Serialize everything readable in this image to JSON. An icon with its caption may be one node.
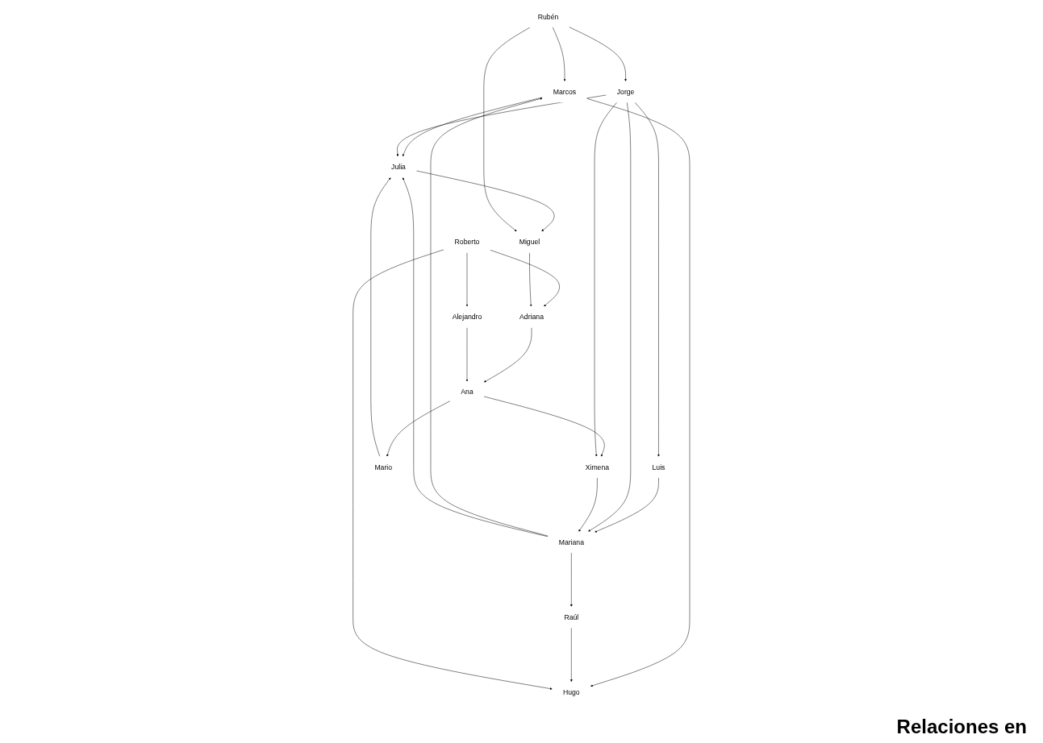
{
  "diagram": {
    "nodes": [
      {
        "text": [
          "Marcos"
        ]
      },
      {
        "text": [
          "Julia"
        ]
      },
      {
        "text": [
          "Raúl"
        ]
      },
      {
        "text": [
          "Hugo"
        ]
      },
      {
        "text": [
          "Mariana"
        ]
      },
      {
        "text": [
          "Ana"
        ]
      },
      {
        "text": [
          "Luis"
        ]
      },
      {
        "text": [
          "Adriana"
        ]
      },
      {
        "text": [
          "Roberto"
        ]
      },
      {
        "text": [
          "Mario"
        ]
      },
      {
        "text": [
          "Miguel"
        ]
      },
      {
        "text": [
          "Alejandro"
        ]
      },
      {
        "text": [
          "Jorge"
        ]
      },
      {
        "text": [
          "Ximena"
        ]
      },
      {
        "text": [
          "Rubén"
        ]
      }
    ],
    "edges": [
      {
        "from": 0,
        "to": 1,
        "arrow": "to"
      },
      {
        "from": 0,
        "to": 3,
        "arrow": "to"
      },
      {
        "from": 2,
        "to": 3,
        "arrow": "to"
      },
      {
        "from": 4,
        "to": 2,
        "arrow": "to"
      },
      {
        "from": 4,
        "to": 0,
        "arrow": "to"
      },
      {
        "from": 4,
        "to": 1,
        "arrow": "to"
      },
      {
        "from": 14,
        "to": 0,
        "arrow": "to"
      },
      {
        "from": 6,
        "to": 4,
        "arrow": "to"
      },
      {
        "from": 12,
        "to": 4,
        "arrow": "to"
      },
      {
        "from": 13,
        "to": 4,
        "arrow": "to"
      },
      {
        "from": 8,
        "to": 3,
        "arrow": "to"
      },
      {
        "from": 12,
        "to": 1,
        "arrow": "to"
      },
      {
        "from": 7,
        "to": 5,
        "arrow": "to"
      },
      {
        "from": 11,
        "to": 5,
        "arrow": "to"
      },
      {
        "from": 5,
        "to": 13,
        "arrow": "to"
      },
      {
        "from": 5,
        "to": 9,
        "arrow": "to"
      },
      {
        "from": 1,
        "to": 10,
        "arrow": "to"
      },
      {
        "from": 9,
        "to": 1,
        "arrow": "to"
      },
      {
        "from": 8,
        "to": 7,
        "arrow": "to"
      },
      {
        "from": 10,
        "to": 7,
        "arrow": "to"
      },
      {
        "from": 8,
        "to": 11,
        "arrow": "to"
      },
      {
        "from": 12,
        "to": 6,
        "arrow": "to"
      },
      {
        "from": 12,
        "to": 13,
        "arrow": "to"
      },
      {
        "from": 14,
        "to": 12,
        "arrow": "to"
      },
      {
        "from": 14,
        "to": 10,
        "arrow": "to"
      }
    ],
    "labels": [
      "Relaciones en"
    ]
  }
}
